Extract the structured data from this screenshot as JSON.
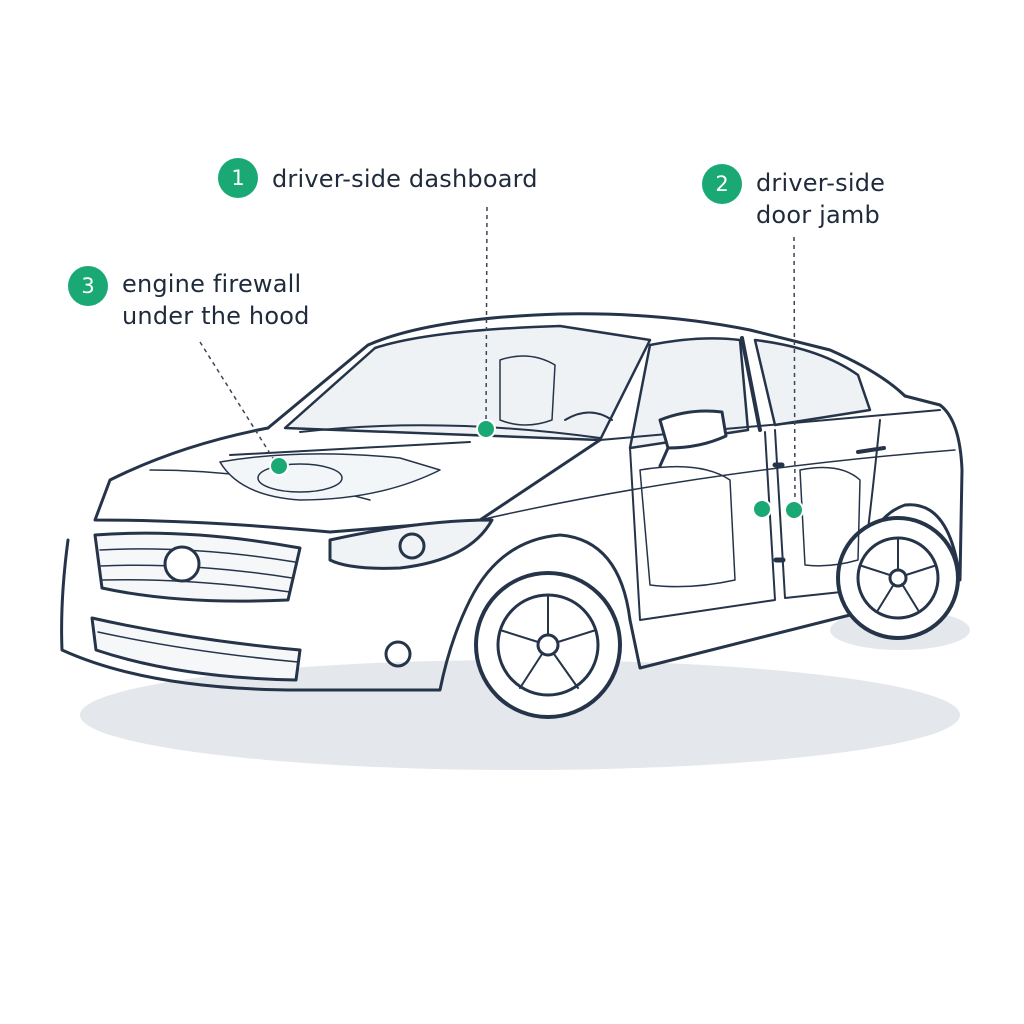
{
  "colors": {
    "accent": "#1aa874",
    "outline": "#26344a",
    "glass": "#e8edf2",
    "shadow": "#e3e6ea",
    "label": "#1f2b3c"
  },
  "callouts": [
    {
      "number": "1",
      "label": "driver-side dashboard"
    },
    {
      "number": "2",
      "label": "driver-side\ndoor jamb"
    },
    {
      "number": "3",
      "label": "engine firewall\nunder the hood"
    }
  ]
}
